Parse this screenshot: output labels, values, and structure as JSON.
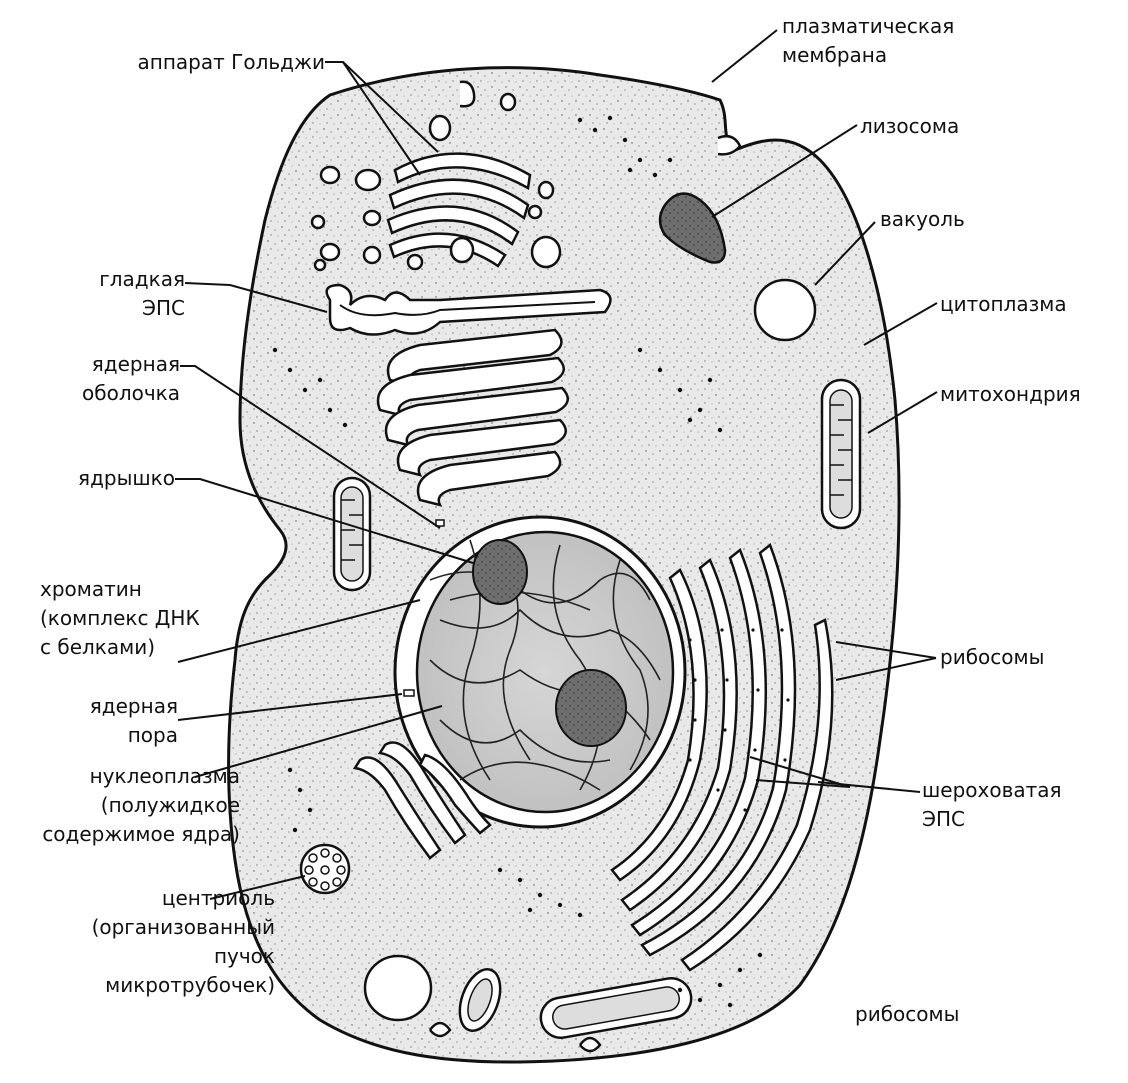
{
  "labels": {
    "golgi": [
      "аппарат Гольджи"
    ],
    "plasma_membrane": [
      "плазматическая",
      "мембрана"
    ],
    "lysosome": [
      "лизосома"
    ],
    "vacuole": [
      "вакуоль"
    ],
    "cytoplasm": [
      "цитоплазма"
    ],
    "mitochondrion": [
      "митохондрия"
    ],
    "smooth_er": [
      "гладкая",
      "ЭПС"
    ],
    "nuclear_envelope": [
      "ядерная",
      "оболочка"
    ],
    "nucleolus": [
      "ядрышко"
    ],
    "chromatin": [
      "хроматин",
      "(комплекс ДНК",
      "с белками)"
    ],
    "nuclear_pore": [
      "ядерная",
      "пора"
    ],
    "nucleoplasm": [
      "нуклеоплазма",
      "(полужидкое",
      "содержимое ядра)"
    ],
    "centriole": [
      "центриоль",
      "(организованный",
      "пучок",
      "микротрубочек)"
    ],
    "ribosomes_right": [
      "рибосомы"
    ],
    "rough_er": [
      "шероховатая",
      "ЭПС"
    ],
    "ribosomes_bottom": [
      "рибосомы"
    ]
  },
  "colors": {
    "cytoplasm": "#e8e8e8",
    "nucleus": "#cfcfcf",
    "nucleolus": "#6e6e6e",
    "lysosome": "#8a8a8a",
    "outline": "#111111",
    "membrane_fill": "#ffffff"
  }
}
